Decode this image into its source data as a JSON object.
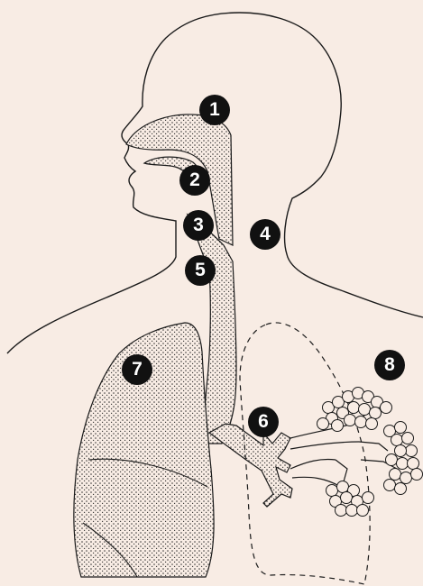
{
  "theme": {
    "background": "#f8ece4",
    "ink": "#1a1a1a",
    "stipple": "#2a2a2a",
    "marker_fill": "#111111",
    "marker_text": "#ffffff"
  },
  "labels": [
    "1",
    "2",
    "3",
    "4",
    "5",
    "6",
    "7",
    "8"
  ]
}
